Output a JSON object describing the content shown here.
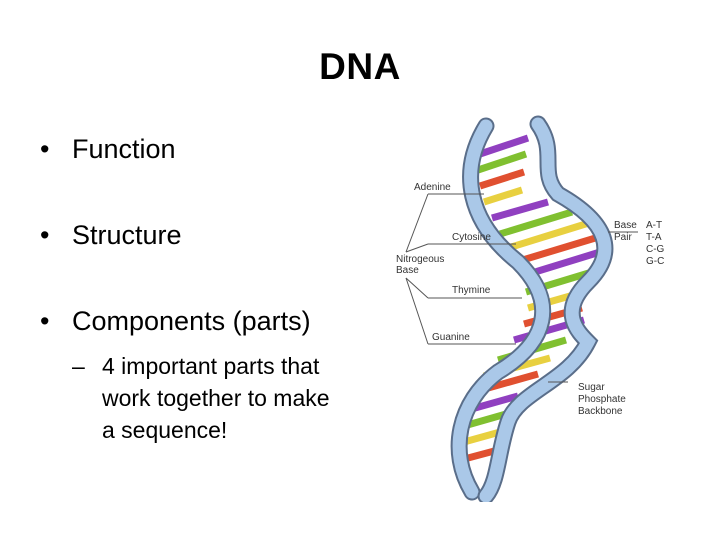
{
  "slide": {
    "title": "DNA",
    "bullets": [
      {
        "marker": "•",
        "text": "Function"
      },
      {
        "marker": "•",
        "text": "Structure"
      },
      {
        "marker": "•",
        "text": "Components (parts)"
      }
    ],
    "sub_bullet": {
      "marker": "–",
      "lines": [
        "4 important parts that",
        "work together to make",
        "a sequence!"
      ]
    }
  },
  "figure": {
    "labels": {
      "adenine": "Adenine",
      "cytosine": "Cytosine",
      "nitrogenous_base_1": "Nitrogeous",
      "nitrogenous_base_2": "Base",
      "thymine": "Thymine",
      "guanine": "Guanine",
      "sugar_1": "Sugar",
      "sugar_2": "Phosphate",
      "sugar_3": "Backbone",
      "base_pair_1": "Base",
      "base_pair_2": "Pair",
      "pairs": [
        "A-T",
        "T-A",
        "C-G",
        "G-C"
      ]
    },
    "colors": {
      "backbone": "#aac8e8",
      "backbone_edge": "#5a6e8a",
      "adenine": "#e8d040",
      "thymine": "#e05030",
      "cytosine": "#80c030",
      "guanine": "#9040c0"
    }
  }
}
